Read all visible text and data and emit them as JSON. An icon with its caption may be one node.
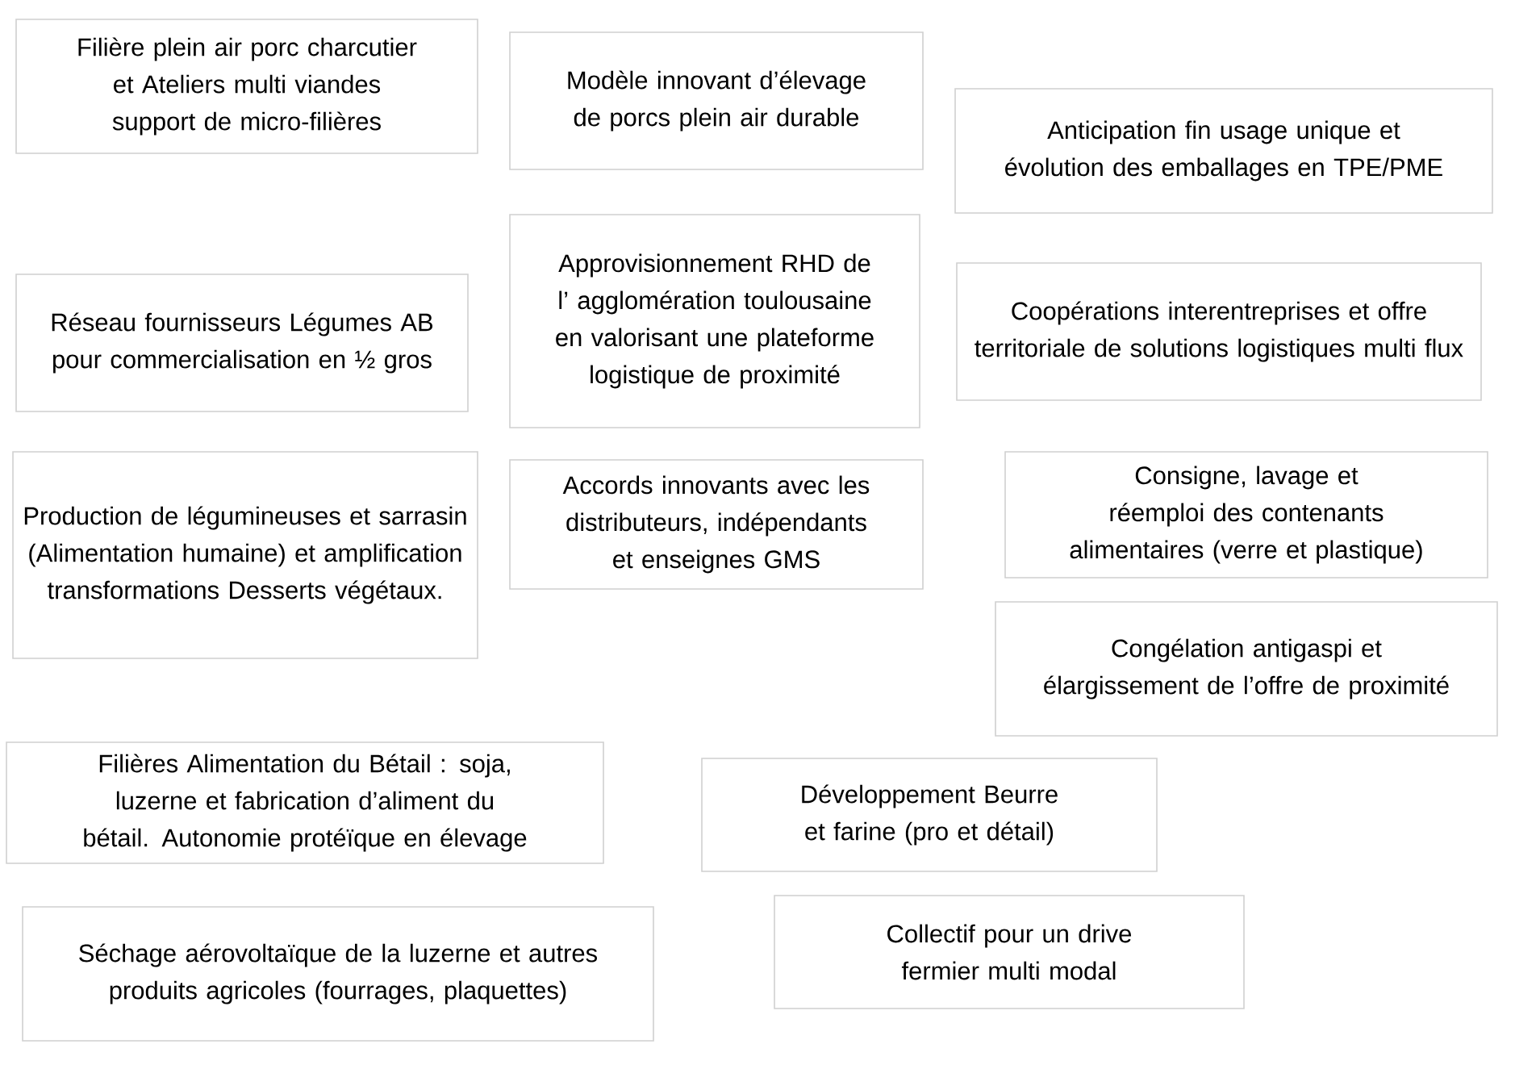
{
  "diagram": {
    "nodes": [
      {
        "text": [
          "Filière plein air porc charcutier et Ateliers multi viandes support de micro-filières"
        ]
      },
      {
        "text": [
          "Modèle innovant d’élevage de porcs plein air durable"
        ]
      },
      {
        "text": [
          "Anticipation fin usage unique et évolution des emballages en TPE/PME"
        ]
      },
      {
        "text": [
          "Réseau fournisseurs Légumes AB pour commercialisation en ½ gros"
        ]
      },
      {
        "text": [
          "Approvisionnement RHD de l’ agglomération toulousaine en valorisant une plateforme logistique de proximité"
        ]
      },
      {
        "text": [
          "Coopérations interentreprises et offre territoriale de solutions logistiques multi flux"
        ]
      },
      {
        "text": [
          "Production de légumineuses et sarrasin (Alimentation humaine) et amplification transformations Desserts végétaux."
        ]
      },
      {
        "text": [
          "Accords innovants avec les distributeurs, indépendants et enseignes GMS"
        ]
      },
      {
        "text": [
          "Consigne, lavage et réemploi des contenants alimentaires (verre et plastique)"
        ]
      },
      {
        "text": [
          "Congélation antigaspi et élargissement de l’offre de proximité"
        ]
      },
      {
        "text": [
          "Filières Alimentation du Bétail : soja, luzerne et fabrication d’aliment du bétail. Autonomie protéïque en élevage"
        ]
      },
      {
        "text": [
          "Développement Beurre et farine (pro et détail)"
        ]
      },
      {
        "text": [
          "Séchage aérovoltaïque de la luzerne et autres produits agricoles (fourrages, plaquettes)"
        ]
      },
      {
        "text": [
          "Collectif pour un drive fermier multi modal"
        ]
      }
    ]
  }
}
